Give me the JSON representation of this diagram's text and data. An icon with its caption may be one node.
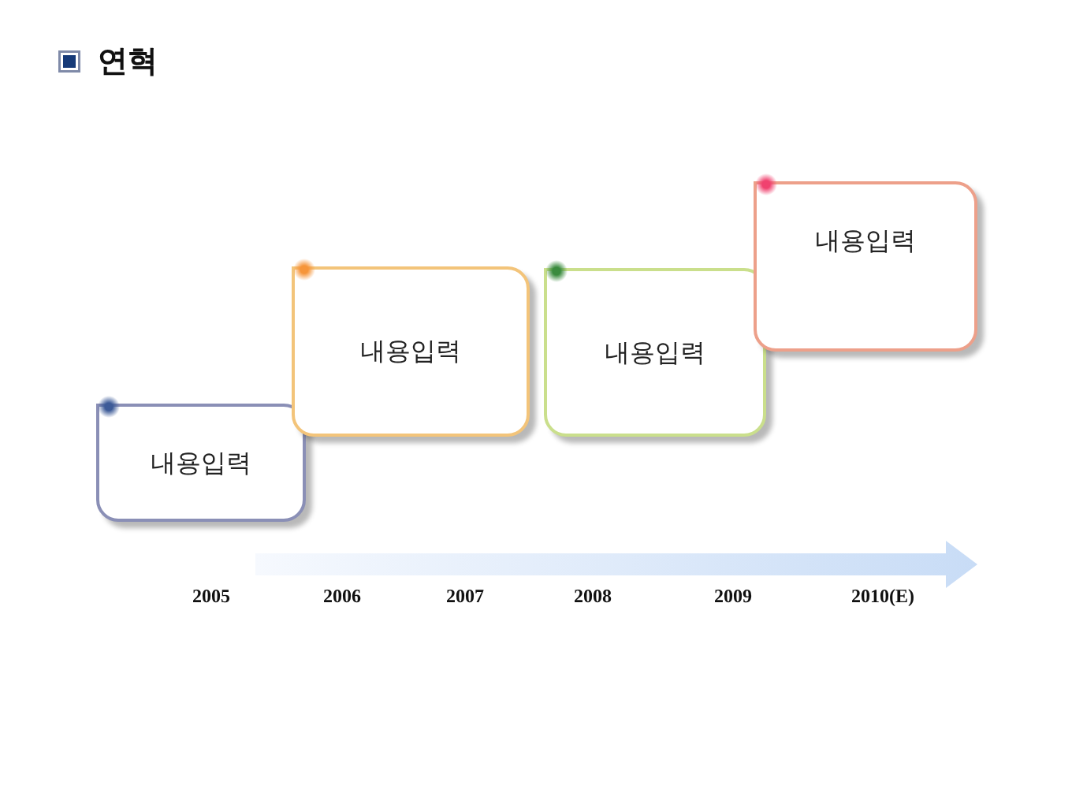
{
  "diagram": {
    "title": "연혁",
    "nodes": [
      {
        "text": [
          "내용입력"
        ]
      },
      {
        "text": [
          "내용입력"
        ]
      },
      {
        "text": [
          "내용입력"
        ]
      },
      {
        "text": [
          "내용입력"
        ]
      }
    ],
    "labels": [
      "2005",
      "2006",
      "2007",
      "2008",
      "2009",
      "2010(E)"
    ]
  }
}
